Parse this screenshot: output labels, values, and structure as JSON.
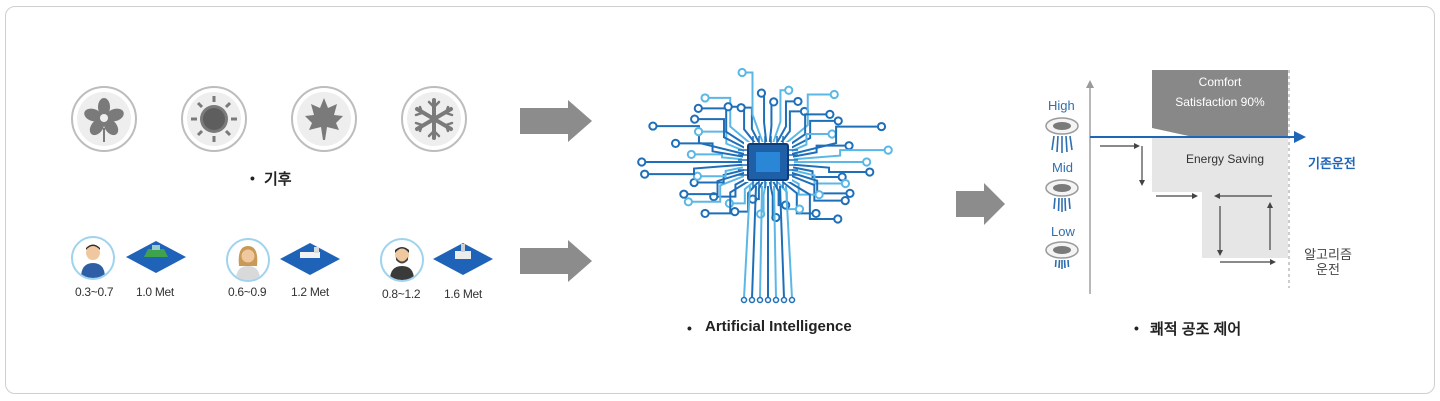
{
  "left": {
    "seasons": [
      {
        "icon": "flower-icon"
      },
      {
        "icon": "sun-icon"
      },
      {
        "icon": "maple-leaf-icon"
      },
      {
        "icon": "snowflake-icon"
      }
    ],
    "climate_caption": "기후",
    "people": [
      {
        "icon": "man-avatar-icon",
        "range": "0.3~0.7",
        "met": "1.0 Met"
      },
      {
        "icon": "woman-avatar-icon",
        "range": "0.6~0.9",
        "met": "1.2 Met"
      },
      {
        "icon": "bearded-man-avatar-icon",
        "range": "0.8~1.2",
        "met": "1.6 Met"
      }
    ]
  },
  "middle": {
    "caption": "Artificial Intelligence",
    "icon": "ai-brain-chip-icon"
  },
  "right": {
    "levels": [
      "High",
      "Mid",
      "Low"
    ],
    "comfort_line1": "Comfort",
    "comfort_line2": "Satisfaction 90%",
    "energy_saving": "Energy Saving",
    "existing_operation": "기존운전",
    "algorithm_line1": "알고리즘",
    "algorithm_line2": "운전",
    "caption": "쾌적 공조 제어"
  },
  "colors": {
    "arrow_gray": "#8c8c8c",
    "brain_dark": "#1f6fb8",
    "brain_light": "#5bb8e6",
    "line_blue": "#1f66b8",
    "comfort_box": "#888888",
    "saving_box": "#e6e6e6"
  }
}
